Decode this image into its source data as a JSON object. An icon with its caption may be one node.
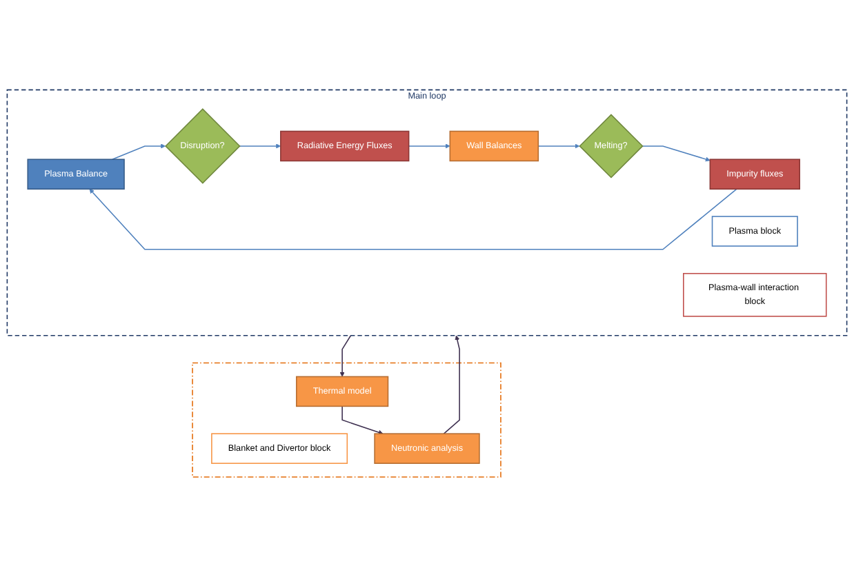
{
  "diagram": {
    "nodes": [
      {
        "text": [
          "Main loop"
        ]
      },
      {
        "text": [
          "Plasma Balance"
        ],
        "in": 0
      },
      {
        "text": [
          "Disruption?"
        ],
        "in": 0
      },
      {
        "text": [
          "Impurity fluxes"
        ],
        "in": 0
      },
      {
        "text": [
          "Plasma block"
        ],
        "in": 0
      },
      {
        "text": [
          "Radiative Energy Fluxes"
        ],
        "in": 0
      },
      {
        "text": [
          "Plasma-wall interaction block"
        ],
        "in": 0
      },
      {
        "text": [
          "Melting?"
        ],
        "in": 0
      },
      {
        "text": [
          "Wall Balances"
        ],
        "in": 0
      },
      {
        "text": [],
        "shape": "box"
      },
      {
        "text": [
          "Thermal model"
        ],
        "in": 9
      },
      {
        "text": [
          "Blanket and Divertor block"
        ],
        "in": 9
      },
      {
        "text": [
          "Neutronic analysis"
        ],
        "in": 9
      }
    ],
    "edges": [
      {
        "from": 3,
        "to": 1,
        "arrow": "to"
      },
      {
        "from": 1,
        "to": 2,
        "arrow": "to"
      },
      {
        "from": 2,
        "to": 5,
        "arrow": "to"
      },
      {
        "from": 5,
        "to": 8,
        "arrow": "to"
      },
      {
        "from": 8,
        "to": 7,
        "arrow": "to"
      },
      {
        "from": 7,
        "to": 3,
        "arrow": "to"
      },
      {
        "from": 0,
        "to": 10,
        "arrow": "to",
        "color": "#3f3151"
      },
      {
        "from": 10,
        "to": 12,
        "arrow": "to",
        "color": "#3f3151"
      },
      {
        "from": 12,
        "to": 0,
        "arrow": "to",
        "color": "#3f3151"
      }
    ]
  }
}
